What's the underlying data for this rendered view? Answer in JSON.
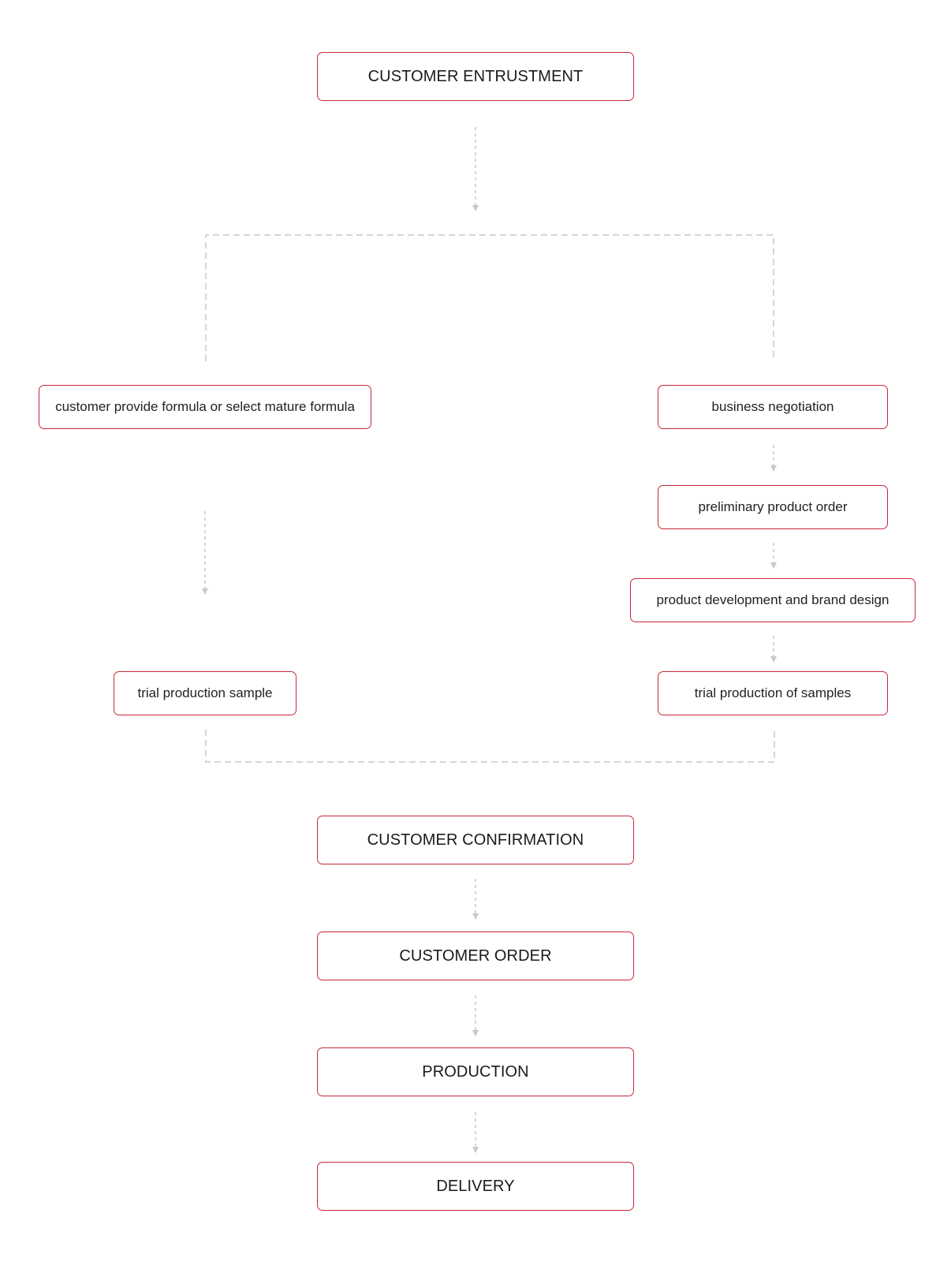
{
  "steps": {
    "customer_entrustment": "CUSTOMER ENTRUSTMENT",
    "customer_formula": "customer provide formula or select mature formula",
    "business_negotiation": "business negotiation",
    "preliminary_order": "preliminary product order",
    "product_development": "product development and brand design",
    "trial_sample_left": "trial production sample",
    "trial_samples_right": "trial production of samples",
    "customer_confirmation": "CUSTOMER CONFIRMATION",
    "customer_order": "CUSTOMER ORDER",
    "production": "PRODUCTION",
    "delivery": "DELIVERY"
  },
  "colors": {
    "box_border": "#c8283a",
    "connector": "#c8c8c8",
    "text": "#222222",
    "background": "#ffffff"
  }
}
